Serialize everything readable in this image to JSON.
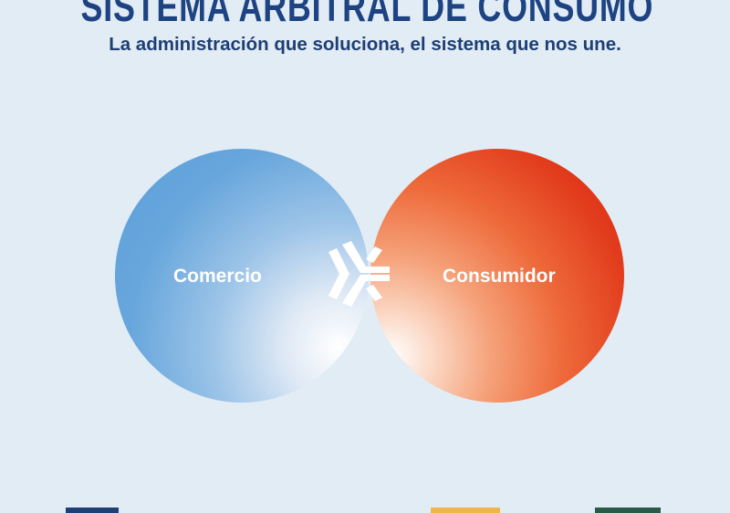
{
  "header": {
    "title": "SISTEMA ARBITRAL DE CONSUMO",
    "subtitle": "La administración que soluciona, el sistema que nos une."
  },
  "venn": {
    "left_label": "Comercio",
    "right_label": "Consumidor",
    "left_color": "#5b9fd9",
    "right_color": "#d92a14",
    "center_icon": "arbitration-logo-icon"
  },
  "colors": {
    "background": "#e2ecf5",
    "title": "#1d4382"
  }
}
